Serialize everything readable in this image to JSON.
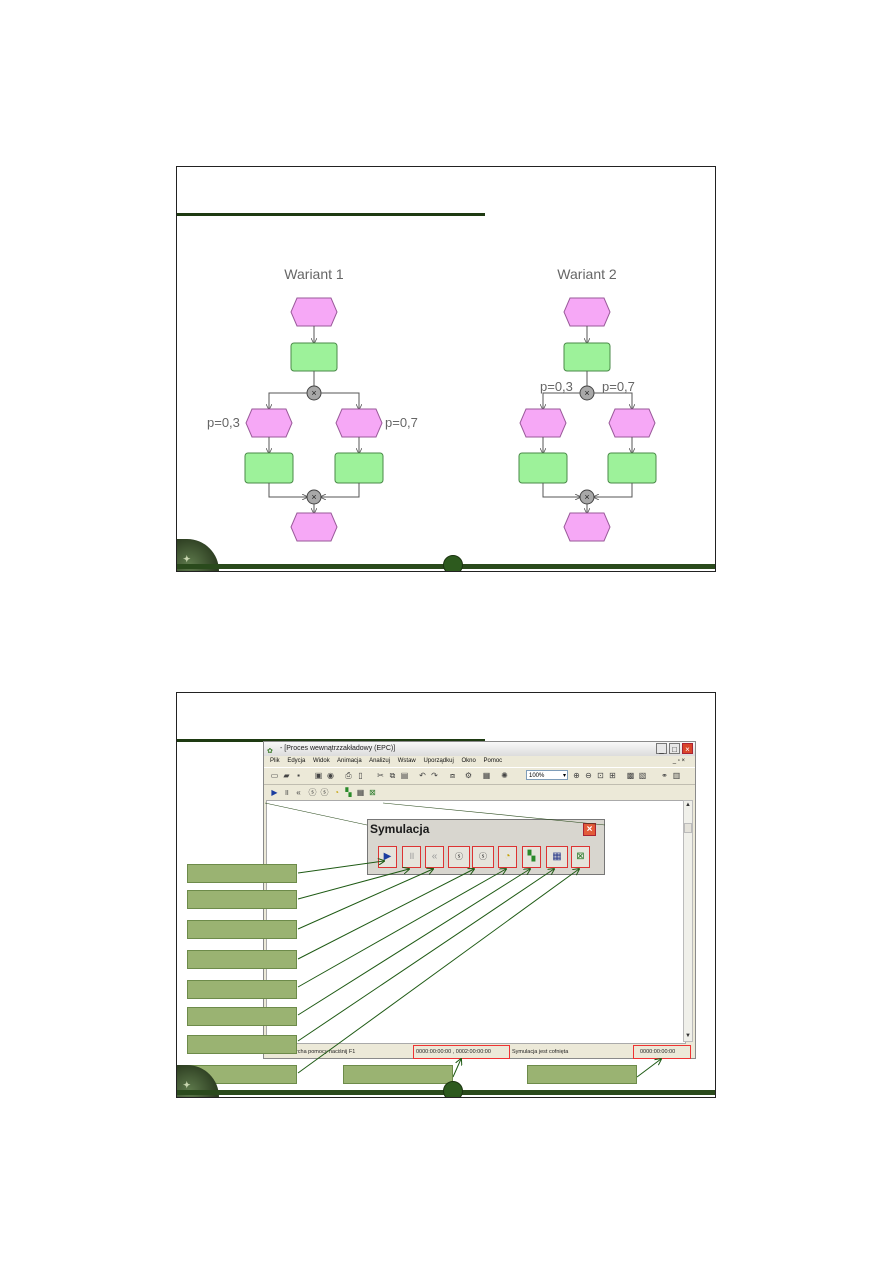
{
  "slide1": {
    "variant1_title": "Wariant 1",
    "variant2_title": "Wariant 2",
    "p_left": "p=0,3",
    "p_right": "p=0,7",
    "colors": {
      "event": "#f6a8f6",
      "function": "#9df29a",
      "connector": "#a8a8a8",
      "accent": "#2d5a1e"
    }
  },
  "slide2": {
    "window": {
      "title": "- [Proces wewnątrzzakładowy (EPC)]",
      "menu": [
        "Plik",
        "Edycja",
        "Widok",
        "Animacja",
        "Analizuj",
        "Wstaw",
        "Uporządkuj",
        "Okno",
        "Pomoc"
      ],
      "zoom": "100%",
      "status_left": "Przesuń wiercha pomocy naciśnij F1",
      "status_time": "0000:00:00:00 , 0002:00:00:00",
      "status_msg": "Symulacja jest cofnięta",
      "status_right": "0000:00:00:00"
    },
    "symulacja": {
      "title": "Symulacja",
      "buttons": [
        "play-icon",
        "pause-icon",
        "rewind-icon",
        "step-time-icon",
        "step-icon",
        "clock-icon",
        "resource-icon",
        "table-icon",
        "stop-icon"
      ]
    }
  }
}
